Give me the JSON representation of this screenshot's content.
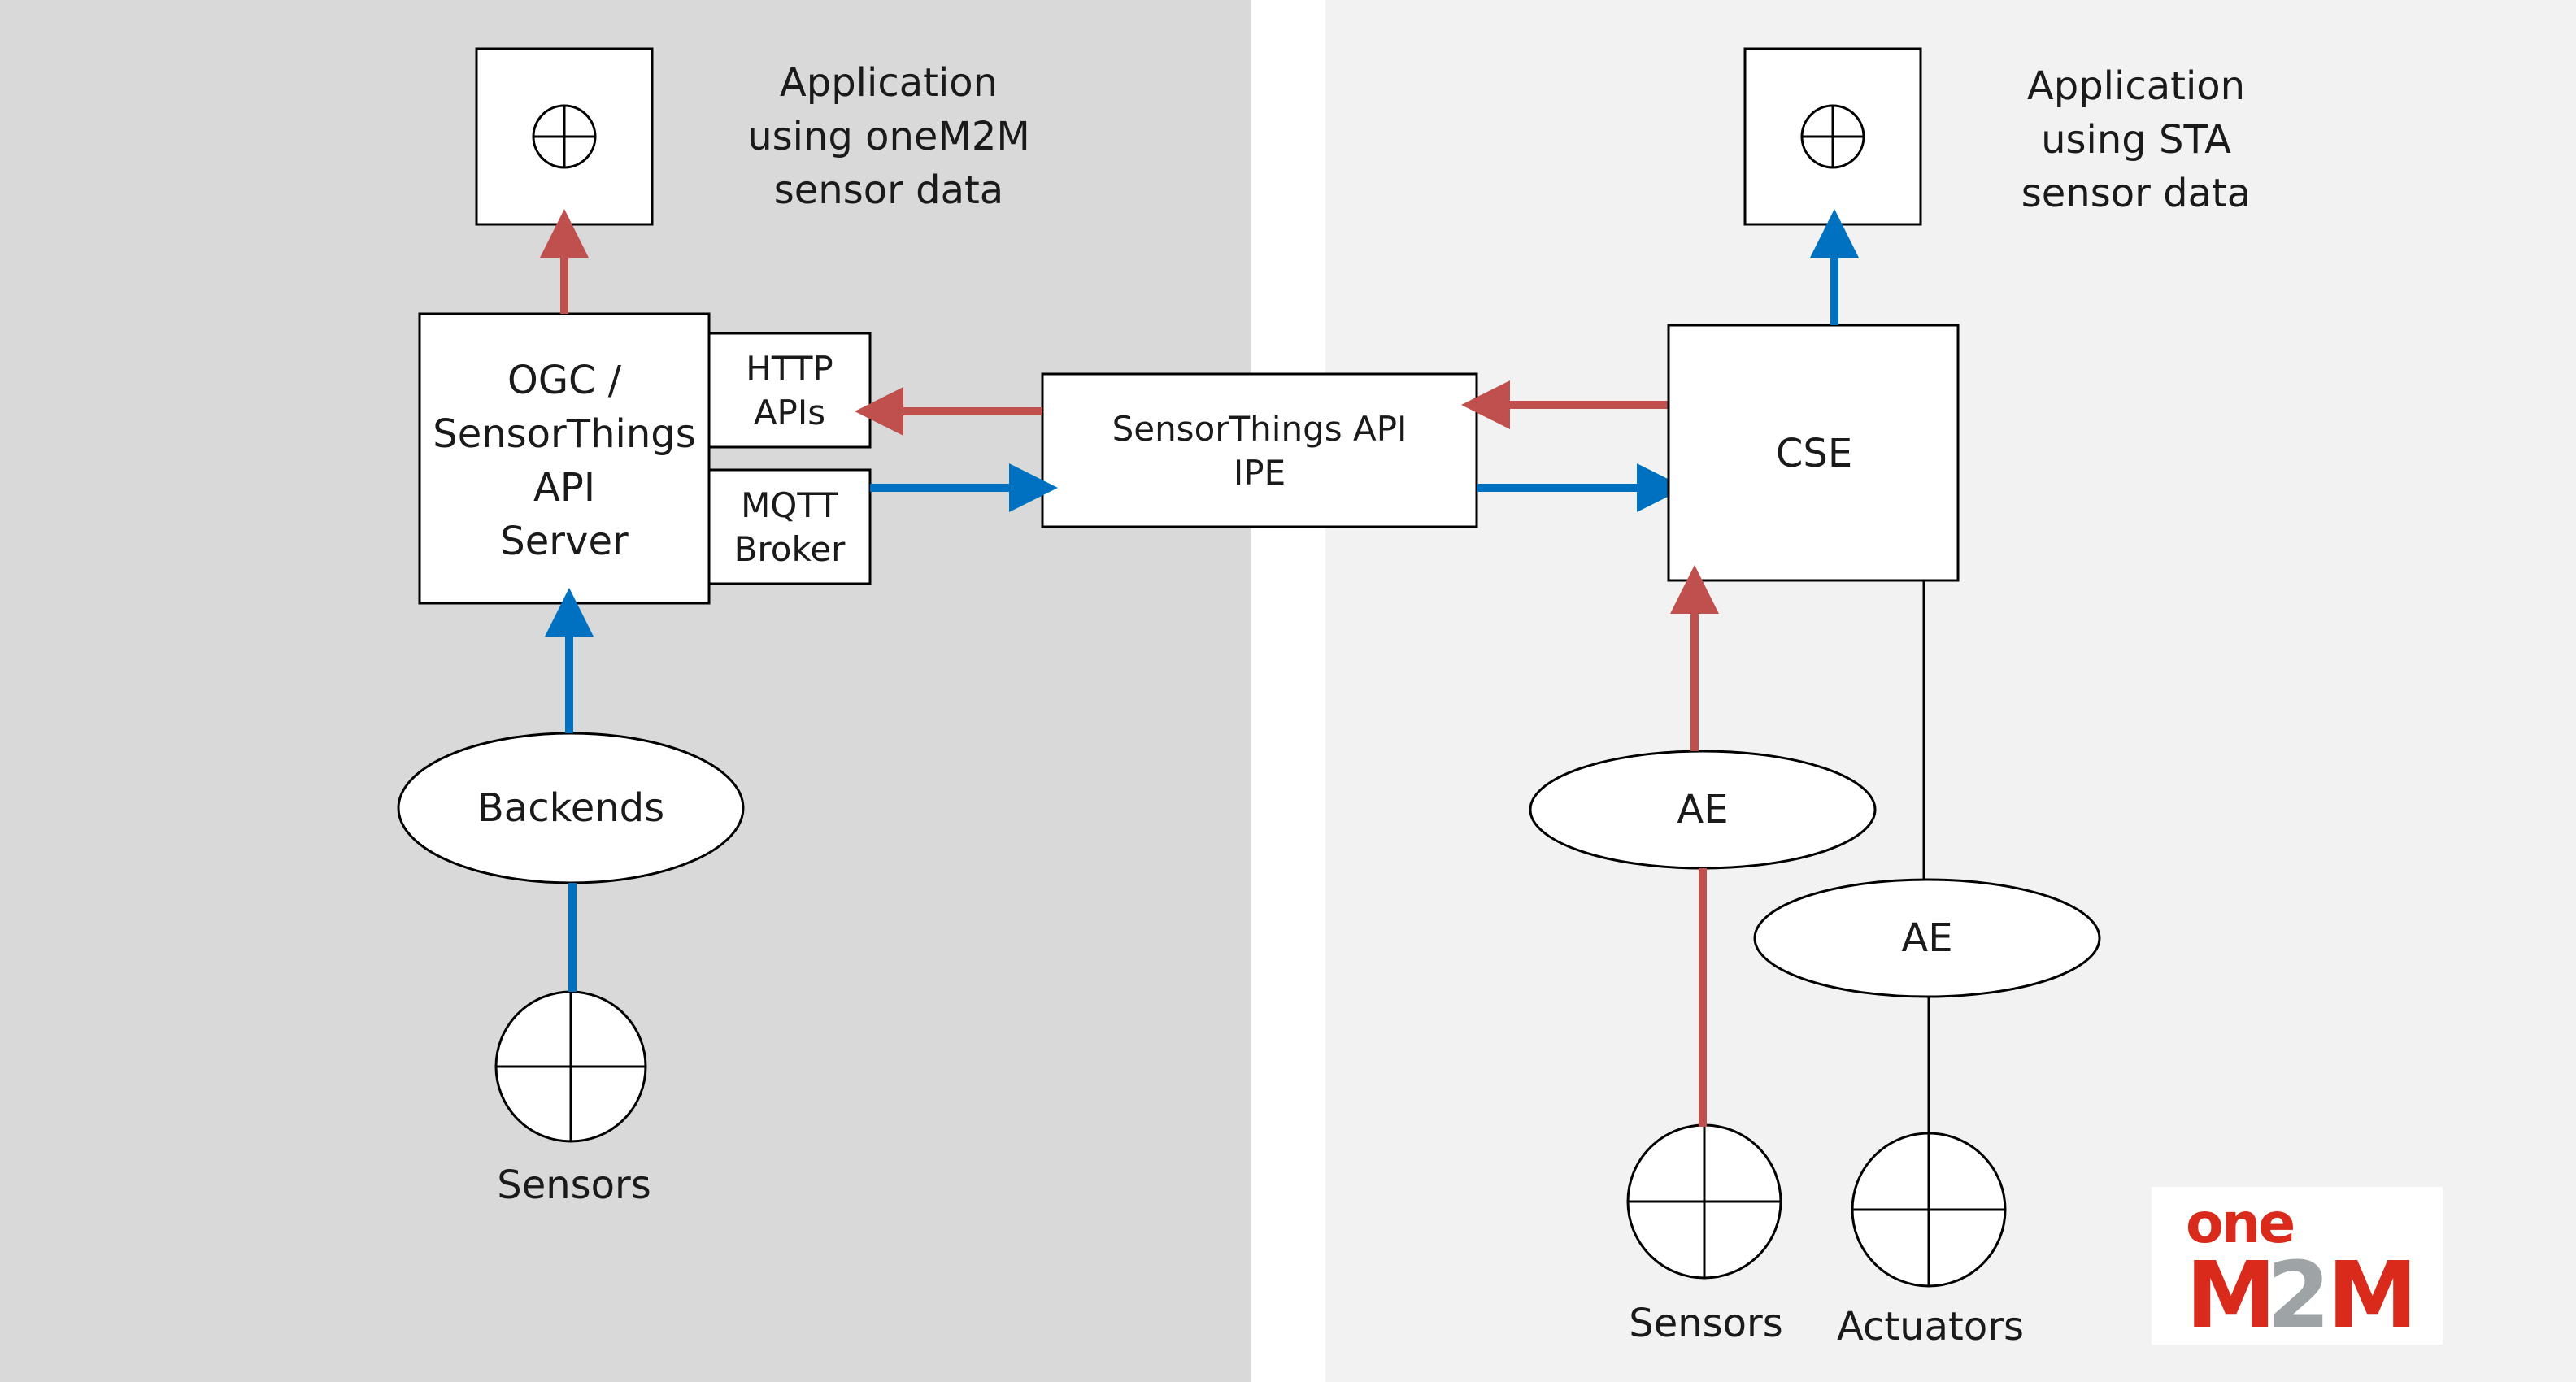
{
  "left_panel": {
    "app_caption": [
      "Application",
      "using oneM2M",
      "sensor data"
    ],
    "server_label": [
      "OGC /",
      "SensorThings",
      "API",
      "Server"
    ],
    "http_label": [
      "HTTP",
      "APIs"
    ],
    "mqtt_label": [
      "MQTT",
      "Broker"
    ],
    "backends_label": "Backends",
    "sensors_label": "Sensors"
  },
  "center": {
    "ipe_label": [
      "SensorThings API",
      "IPE"
    ]
  },
  "right_panel": {
    "app_caption": [
      "Application",
      "using STA",
      "sensor data"
    ],
    "cse_label": "CSE",
    "ae_left_label": "AE",
    "ae_right_label": "AE",
    "sensors_label": "Sensors",
    "actuators_label": "Actuators"
  },
  "logo": {
    "line1": "one",
    "line2_a": "M",
    "line2_b": "2",
    "line2_c": "M"
  },
  "colors": {
    "left_bg": "#d9d9d9",
    "right_bg": "#f2f2f2",
    "red_arrow": "#c0504d",
    "blue_arrow": "#0070c0",
    "logo_red": "#d92a1c",
    "logo_gray": "#9ea3a6"
  }
}
